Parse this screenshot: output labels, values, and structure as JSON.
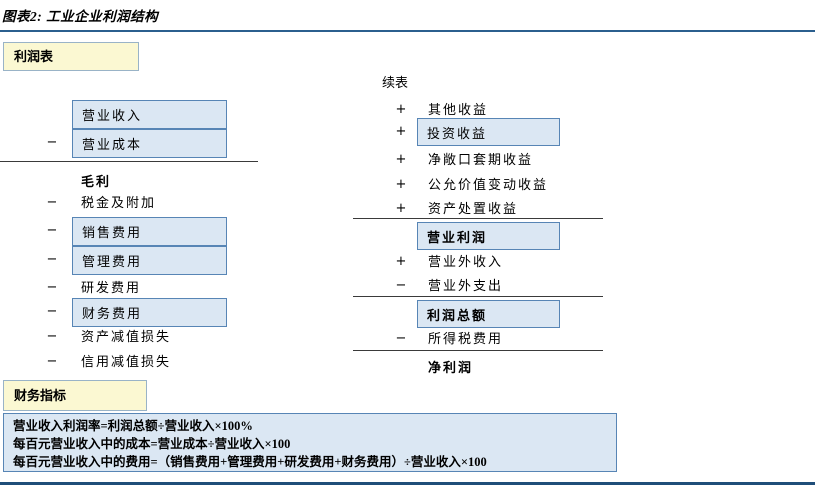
{
  "title": "图表2: 工业企业利润结构",
  "income_statement": {
    "header": "利润表",
    "rows": [
      {
        "sign": "",
        "label": "营业收入",
        "boxed": true,
        "bold": false
      },
      {
        "sign": "−",
        "label": "营业成本",
        "boxed": true,
        "bold": false
      },
      {
        "sign": "",
        "label": "毛利",
        "boxed": false,
        "bold": true
      },
      {
        "sign": "−",
        "label": "税金及附加",
        "boxed": false,
        "bold": false
      },
      {
        "sign": "−",
        "label": "销售费用",
        "boxed": true,
        "bold": false
      },
      {
        "sign": "−",
        "label": "管理费用",
        "boxed": true,
        "bold": false
      },
      {
        "sign": "−",
        "label": "研发费用",
        "boxed": false,
        "bold": false
      },
      {
        "sign": "−",
        "label": "财务费用",
        "boxed": true,
        "bold": false
      },
      {
        "sign": "−",
        "label": "资产减值损失",
        "boxed": false,
        "bold": false
      },
      {
        "sign": "−",
        "label": "信用减值损失",
        "boxed": false,
        "bold": false
      }
    ]
  },
  "continuation": {
    "header": "续表",
    "rows": [
      {
        "sign": "+",
        "label": "其他收益",
        "boxed": false,
        "bold": false
      },
      {
        "sign": "+",
        "label": "投资收益",
        "boxed": true,
        "bold": false
      },
      {
        "sign": "+",
        "label": "净敞口套期收益",
        "boxed": false,
        "bold": false
      },
      {
        "sign": "+",
        "label": "公允价值变动收益",
        "boxed": false,
        "bold": false
      },
      {
        "sign": "+",
        "label": "资产处置收益",
        "boxed": false,
        "bold": false
      },
      {
        "sign": "",
        "label": "营业利润",
        "boxed": true,
        "bold": true
      },
      {
        "sign": "+",
        "label": "营业外收入",
        "boxed": false,
        "bold": false
      },
      {
        "sign": "−",
        "label": "营业外支出",
        "boxed": false,
        "bold": false
      },
      {
        "sign": "",
        "label": "利润总额",
        "boxed": true,
        "bold": true
      },
      {
        "sign": "−",
        "label": "所得税费用",
        "boxed": false,
        "bold": false
      },
      {
        "sign": "",
        "label": "净利润",
        "boxed": false,
        "bold": true
      }
    ]
  },
  "financial_indicators": {
    "header": "财务指标",
    "formulas": [
      "营业收入利润率=利润总额÷营业收入×100%",
      "每百元营业收入中的成本=营业成本÷营业收入×100",
      "每百元营业收入中的费用=（销售费用+管理费用+研发费用+财务费用）÷营业收入×100"
    ]
  },
  "colors": {
    "accent_rule_top": "#2B5F8E",
    "accent_rule_bottom": "#1F4E79",
    "box_fill_blue": "#DBE7F3",
    "box_border_blue": "#5785B5",
    "header_fill_yellow": "#FBF8D2",
    "header_border": "#99B3C7",
    "sum_line": "#3A3A3A"
  }
}
